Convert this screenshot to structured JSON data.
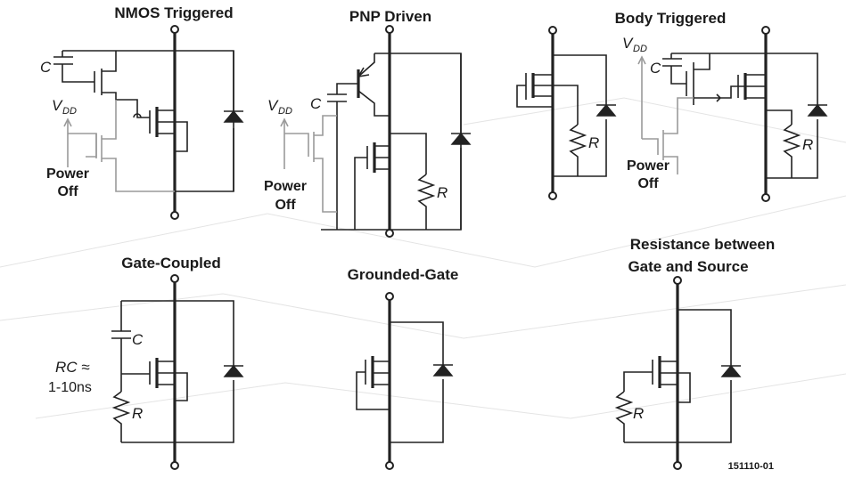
{
  "diagram": {
    "panels": [
      {
        "id": "nmos-triggered",
        "title": "NMOS Triggered"
      },
      {
        "id": "pnp-driven",
        "title": "PNP Driven"
      },
      {
        "id": "body-triggered",
        "title": "Body Triggered"
      },
      {
        "id": "gate-coupled",
        "title": "Gate-Coupled"
      },
      {
        "id": "grounded-gate",
        "title": "Grounded-Gate"
      },
      {
        "id": "resistance-gate-source",
        "title_line1": "Resistance between",
        "title_line2": "Gate and Source"
      }
    ],
    "labels": {
      "capacitor": "C",
      "resistor": "R",
      "vdd_main": "V",
      "vdd_sub": "DD",
      "power_line1": "Power",
      "power_line2": "Off",
      "rc_line1": "RC ≈",
      "rc_line2": "1-10ns"
    },
    "figure_number": "151110-01"
  },
  "colors": {
    "wire": "#222222",
    "gray_wire": "#9a9a9a",
    "background": "#ffffff"
  }
}
